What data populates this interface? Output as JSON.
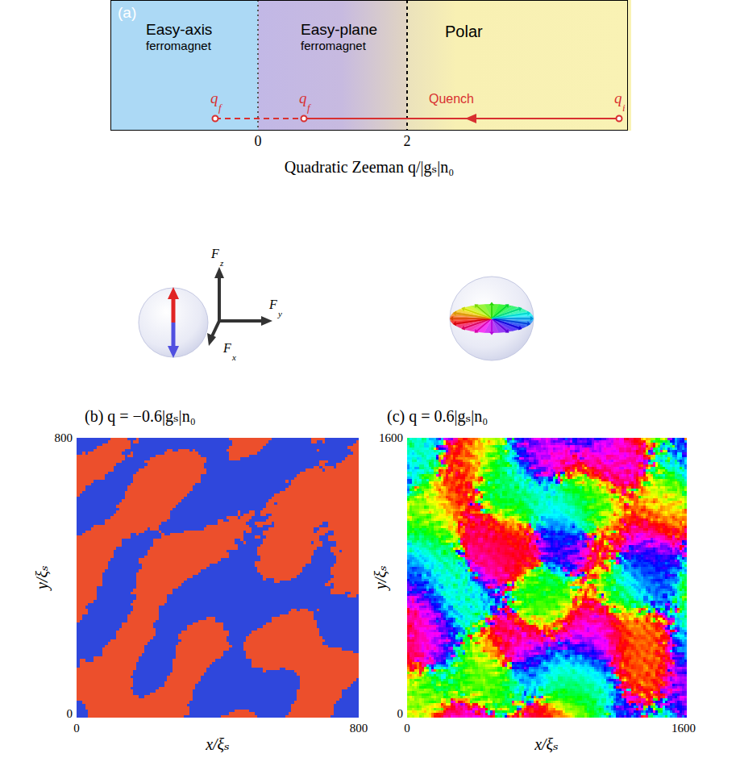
{
  "diagram": {
    "nodes": [
      {
        "text": [
          "Easy-axis",
          "ferromagnet"
        ]
      },
      {
        "text": [
          "Easy-plane",
          "ferromagnet"
        ]
      },
      {
        "text": [
          "Polar"
        ]
      }
    ],
    "labels": [
      "(a)",
      "q",
      "f",
      "q",
      "f",
      "Quench",
      "q",
      "i",
      "0",
      "2",
      "Quadratic Zeeman q/|gₛ|n₀",
      "F",
      "z",
      "F",
      "y",
      "F",
      "x",
      "(b) q = −0.6|gₛ|n₀",
      "800",
      "0",
      "0",
      "800",
      "y/ξₛ",
      "x/ξₛ",
      "(c) q = 0.6|gₛ|n₀",
      "1600",
      "0",
      "0",
      "1600",
      "y/ξₛ",
      "x/ξₛ"
    ]
  }
}
